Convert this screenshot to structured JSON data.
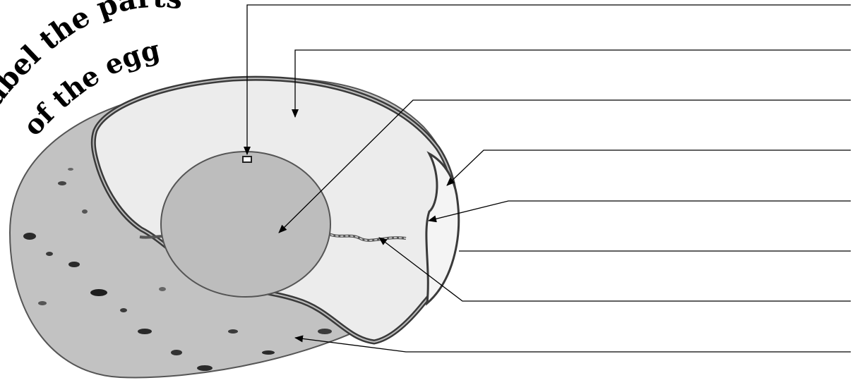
{
  "title": {
    "line1": "Label the parts",
    "line2": "of the egg"
  },
  "label_lines": [
    {
      "id": "line-1",
      "text": ""
    },
    {
      "id": "line-2",
      "text": ""
    },
    {
      "id": "line-3",
      "text": ""
    },
    {
      "id": "line-4",
      "text": ""
    },
    {
      "id": "line-5",
      "text": ""
    },
    {
      "id": "line-6",
      "text": ""
    },
    {
      "id": "line-7",
      "text": ""
    },
    {
      "id": "line-8",
      "text": ""
    }
  ],
  "colors": {
    "shell_outer": "#c2c2c2",
    "shell_dots": "#2a2a2a",
    "albumen": "#ececec",
    "yolk": "#bdbdbd",
    "membrane": "#4a4a4a",
    "leader_line": "#000000"
  }
}
